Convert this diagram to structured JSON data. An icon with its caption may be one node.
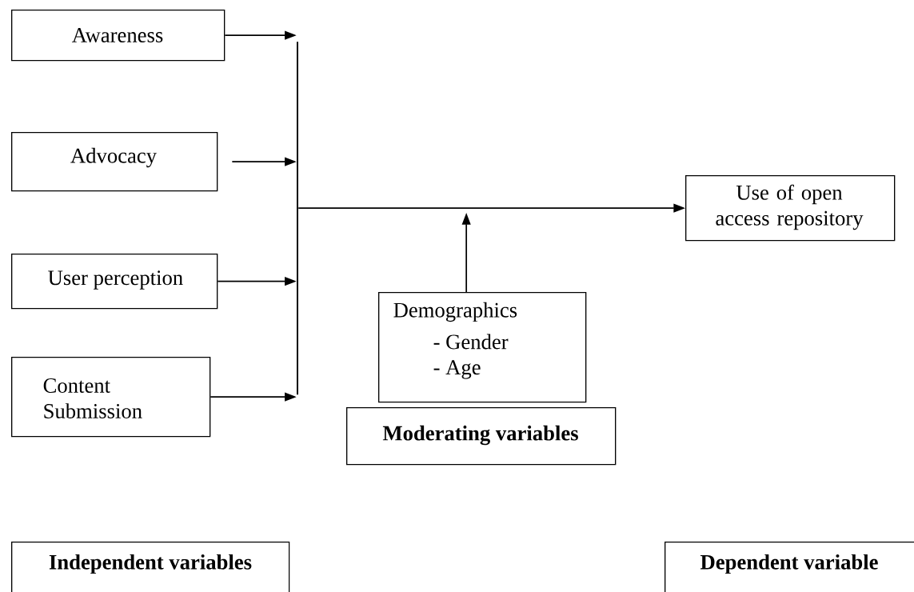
{
  "diagram": {
    "nodes": [
      {
        "text": [
          "Awareness"
        ]
      },
      {
        "text": [
          "Advocacy"
        ]
      },
      {
        "text": [
          "User perception"
        ]
      },
      {
        "text": [
          "Content Submission"
        ]
      },
      {
        "text": [],
        "shape": "bar"
      },
      {
        "text": [
          "Use of open access repository"
        ]
      },
      {
        "text": [
          "Demographics",
          "- Gender",
          "- Age"
        ]
      },
      {
        "text": [
          "Moderating variables"
        ]
      },
      {
        "text": [
          "Independent variables"
        ]
      },
      {
        "text": [
          "Dependent variable"
        ]
      }
    ],
    "edges": [
      {
        "from": 0,
        "to": 4,
        "arrow": "to"
      },
      {
        "from": 1,
        "to": 4,
        "arrow": "to"
      },
      {
        "from": 2,
        "to": 4,
        "arrow": "to"
      },
      {
        "from": 3,
        "to": 4,
        "arrow": "to"
      },
      {
        "from": 4,
        "to": 5,
        "arrow": "to"
      },
      {
        "from": 6,
        "to": null,
        "arrow": "to"
      }
    ]
  }
}
